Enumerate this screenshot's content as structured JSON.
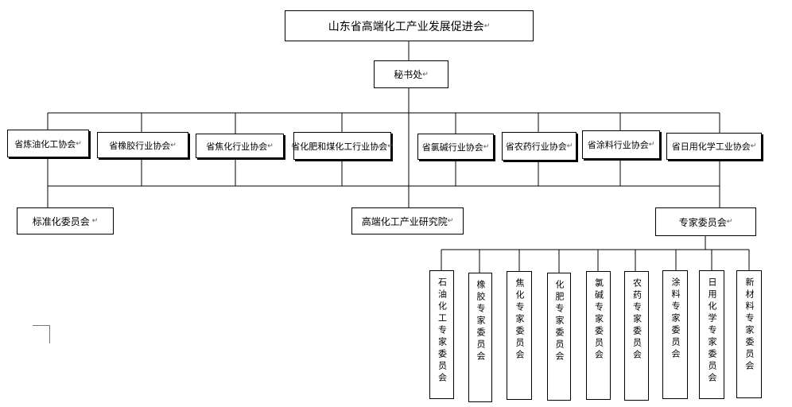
{
  "root": {
    "label": "山东省高端化工产业发展促进会"
  },
  "secretariat": {
    "label": "秘书处"
  },
  "associations": [
    {
      "label": "省炼油化工协会"
    },
    {
      "label": "省橡胶行业协会"
    },
    {
      "label": "省焦化行业协会"
    },
    {
      "label": "省化肥和煤化工行业协会"
    },
    {
      "label": "省氯碱行业协会"
    },
    {
      "label": "省农药行业协会"
    },
    {
      "label": "省涂料行业协会"
    },
    {
      "label": "省日用化学工业协会"
    }
  ],
  "level3": {
    "standards": {
      "label": "标准化委员会"
    },
    "institute": {
      "label": "高端化工产业研究院"
    },
    "experts": {
      "label": "专家委员会"
    }
  },
  "expert_committees": [
    {
      "label": "石油化工专家委员会"
    },
    {
      "label": "橡胶专家委员会"
    },
    {
      "label": "焦化专家委员会"
    },
    {
      "label": "化肥专家委员会"
    },
    {
      "label": "氯碱专家委员会"
    },
    {
      "label": "农药专家委员会"
    },
    {
      "label": "涂料专家委员会"
    },
    {
      "label": "日用化学专家委员会"
    },
    {
      "label": "新材料专家委员会"
    }
  ]
}
